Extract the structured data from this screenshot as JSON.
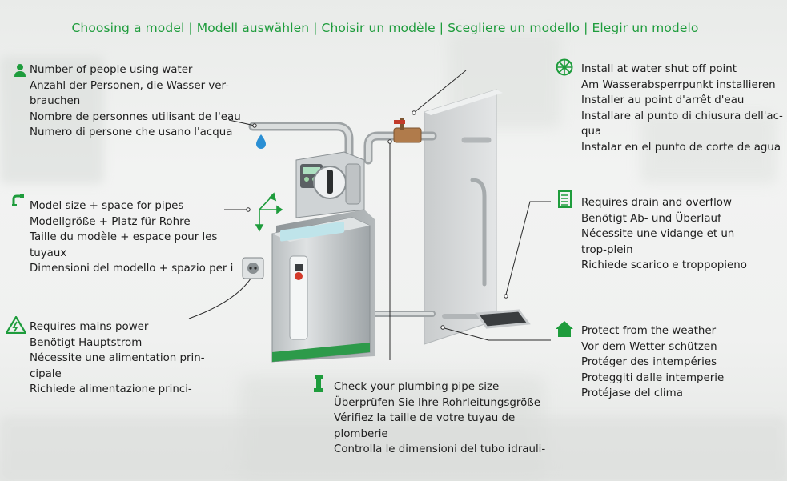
{
  "accent_color": "#1e9c3c",
  "title": "Choosing a model | Modell auswählen | Choisir un modèle  | Scegliere un modello  | Elegir un modelo",
  "callouts": {
    "people": {
      "icon": "person-icon",
      "lines": [
        "Number of people using water",
        "Anzahl der Personen, die Wasser ver-",
        "brauchen",
        "Nombre de personnes utilisant de l'eau",
        "Numero di persone che usano l'acqua"
      ]
    },
    "model_size": {
      "icon": "pipe-tap-icon",
      "lines": [
        "Model size + space for pipes",
        "Modellgröße + Platz für Rohre",
        "Taille du modèle + espace pour les",
        "tuyaux",
        "Dimensioni del modello + spazio per i"
      ]
    },
    "power": {
      "icon": "electric-warning-icon",
      "lines": [
        "Requires mains power",
        "Benötigt Hauptstrom",
        "Nécessite une alimentation prin-",
        "cipale",
        "Richiede alimentazione princi-"
      ]
    },
    "shutoff": {
      "icon": "valve-wheel-icon",
      "lines": [
        "Install at water shut off point",
        "Am Wasserabsperrpunkt installieren",
        "Installer au point d'arrêt d'eau",
        "Installare al punto di chiusura dell'ac-",
        "qua",
        "Instalar en el punto de corte de agua"
      ]
    },
    "drain": {
      "icon": "drain-grate-icon",
      "lines": [
        "Requires drain and overflow",
        "Benötigt Ab- und Überlauf",
        "Nécessite une vidange et un",
        "trop-plein",
        "Richiede scarico e troppopieno"
      ]
    },
    "weather": {
      "icon": "house-icon",
      "lines": [
        "Protect from the weather",
        "Vor dem Wetter schützen",
        "Protéger des intempéries",
        "Proteggiti dalle intemperie",
        "Protéjase del clima"
      ]
    },
    "pipe_size": {
      "icon": "pipe-fitting-icon",
      "lines": [
        "Check your plumbing pipe size",
        "Überprüfen Sie Ihre Rohrleitungsgröße",
        "Vérifiez la taille de votre tuyau de",
        "plomberie",
        "Controlla le dimensioni del tubo idrauli-"
      ]
    }
  }
}
